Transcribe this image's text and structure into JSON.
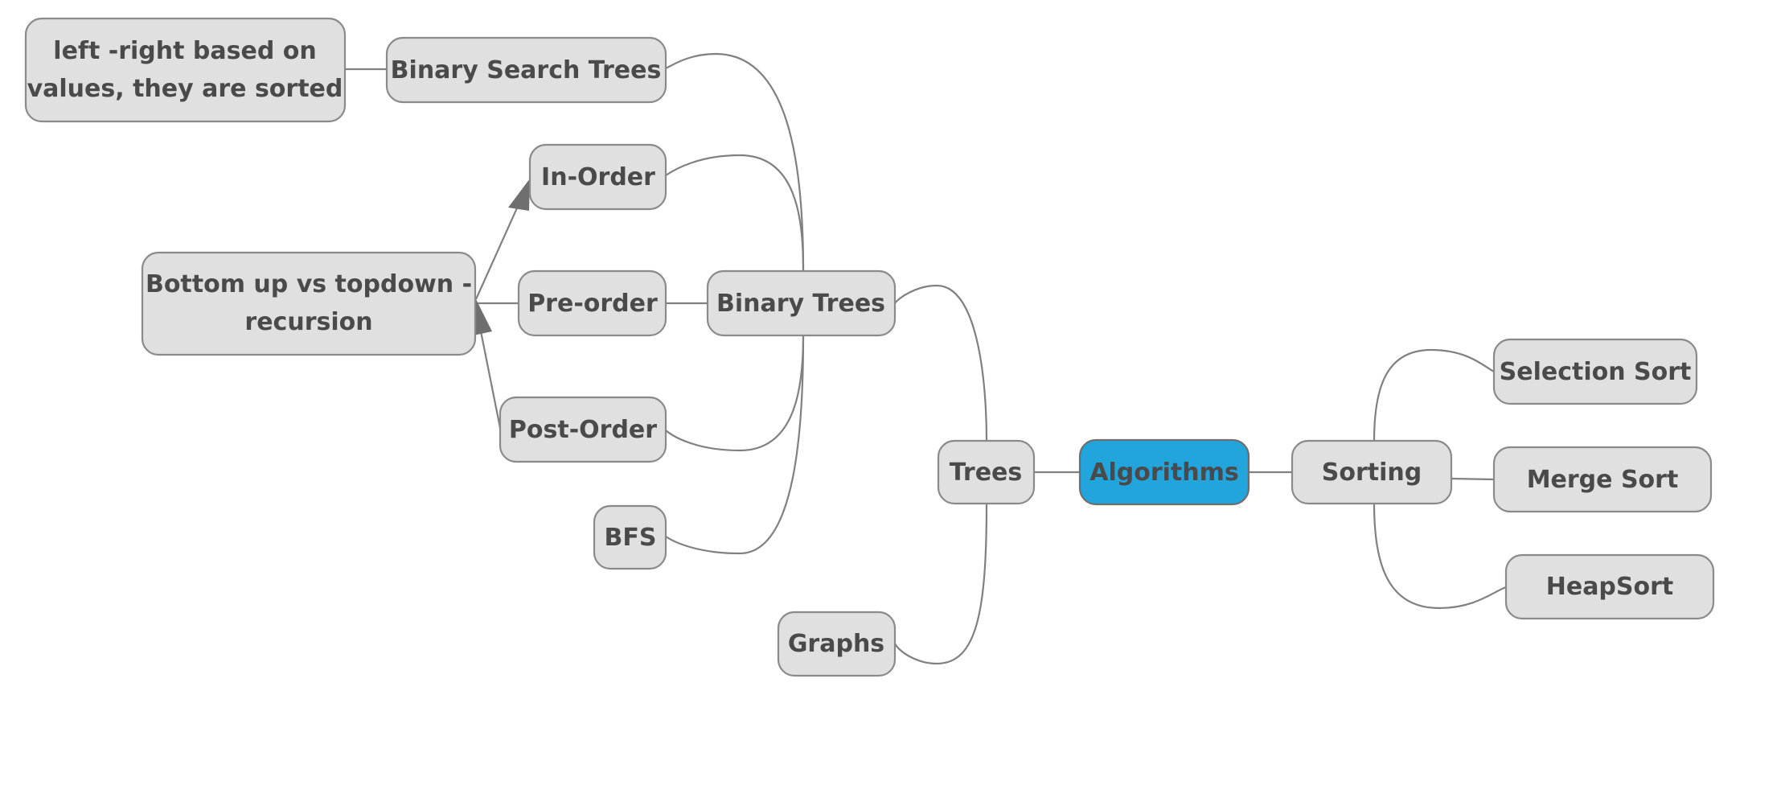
{
  "colors": {
    "root_fill": "#22a4dc",
    "node_fill": "#e0e0e0",
    "node_border": "#8a8a8a",
    "connector": "#808080",
    "text": "#4a4a4a"
  },
  "nodes": {
    "root": "Algorithms",
    "trees": "Trees",
    "binary_trees": "Binary Trees",
    "binary_search_trees": "Binary Search Trees",
    "bst_note": [
      "left -right based on",
      "values, they are sorted"
    ],
    "in_order": "In-Order",
    "pre_order": "Pre-order",
    "post_order": "Post-Order",
    "bfs": "BFS",
    "graphs": "Graphs",
    "recursion_note": [
      "Bottom up vs topdown -",
      "recursion"
    ],
    "sorting": "Sorting",
    "selection_sort": "Selection Sort",
    "merge_sort": "Merge Sort",
    "heap_sort": "HeapSort"
  }
}
